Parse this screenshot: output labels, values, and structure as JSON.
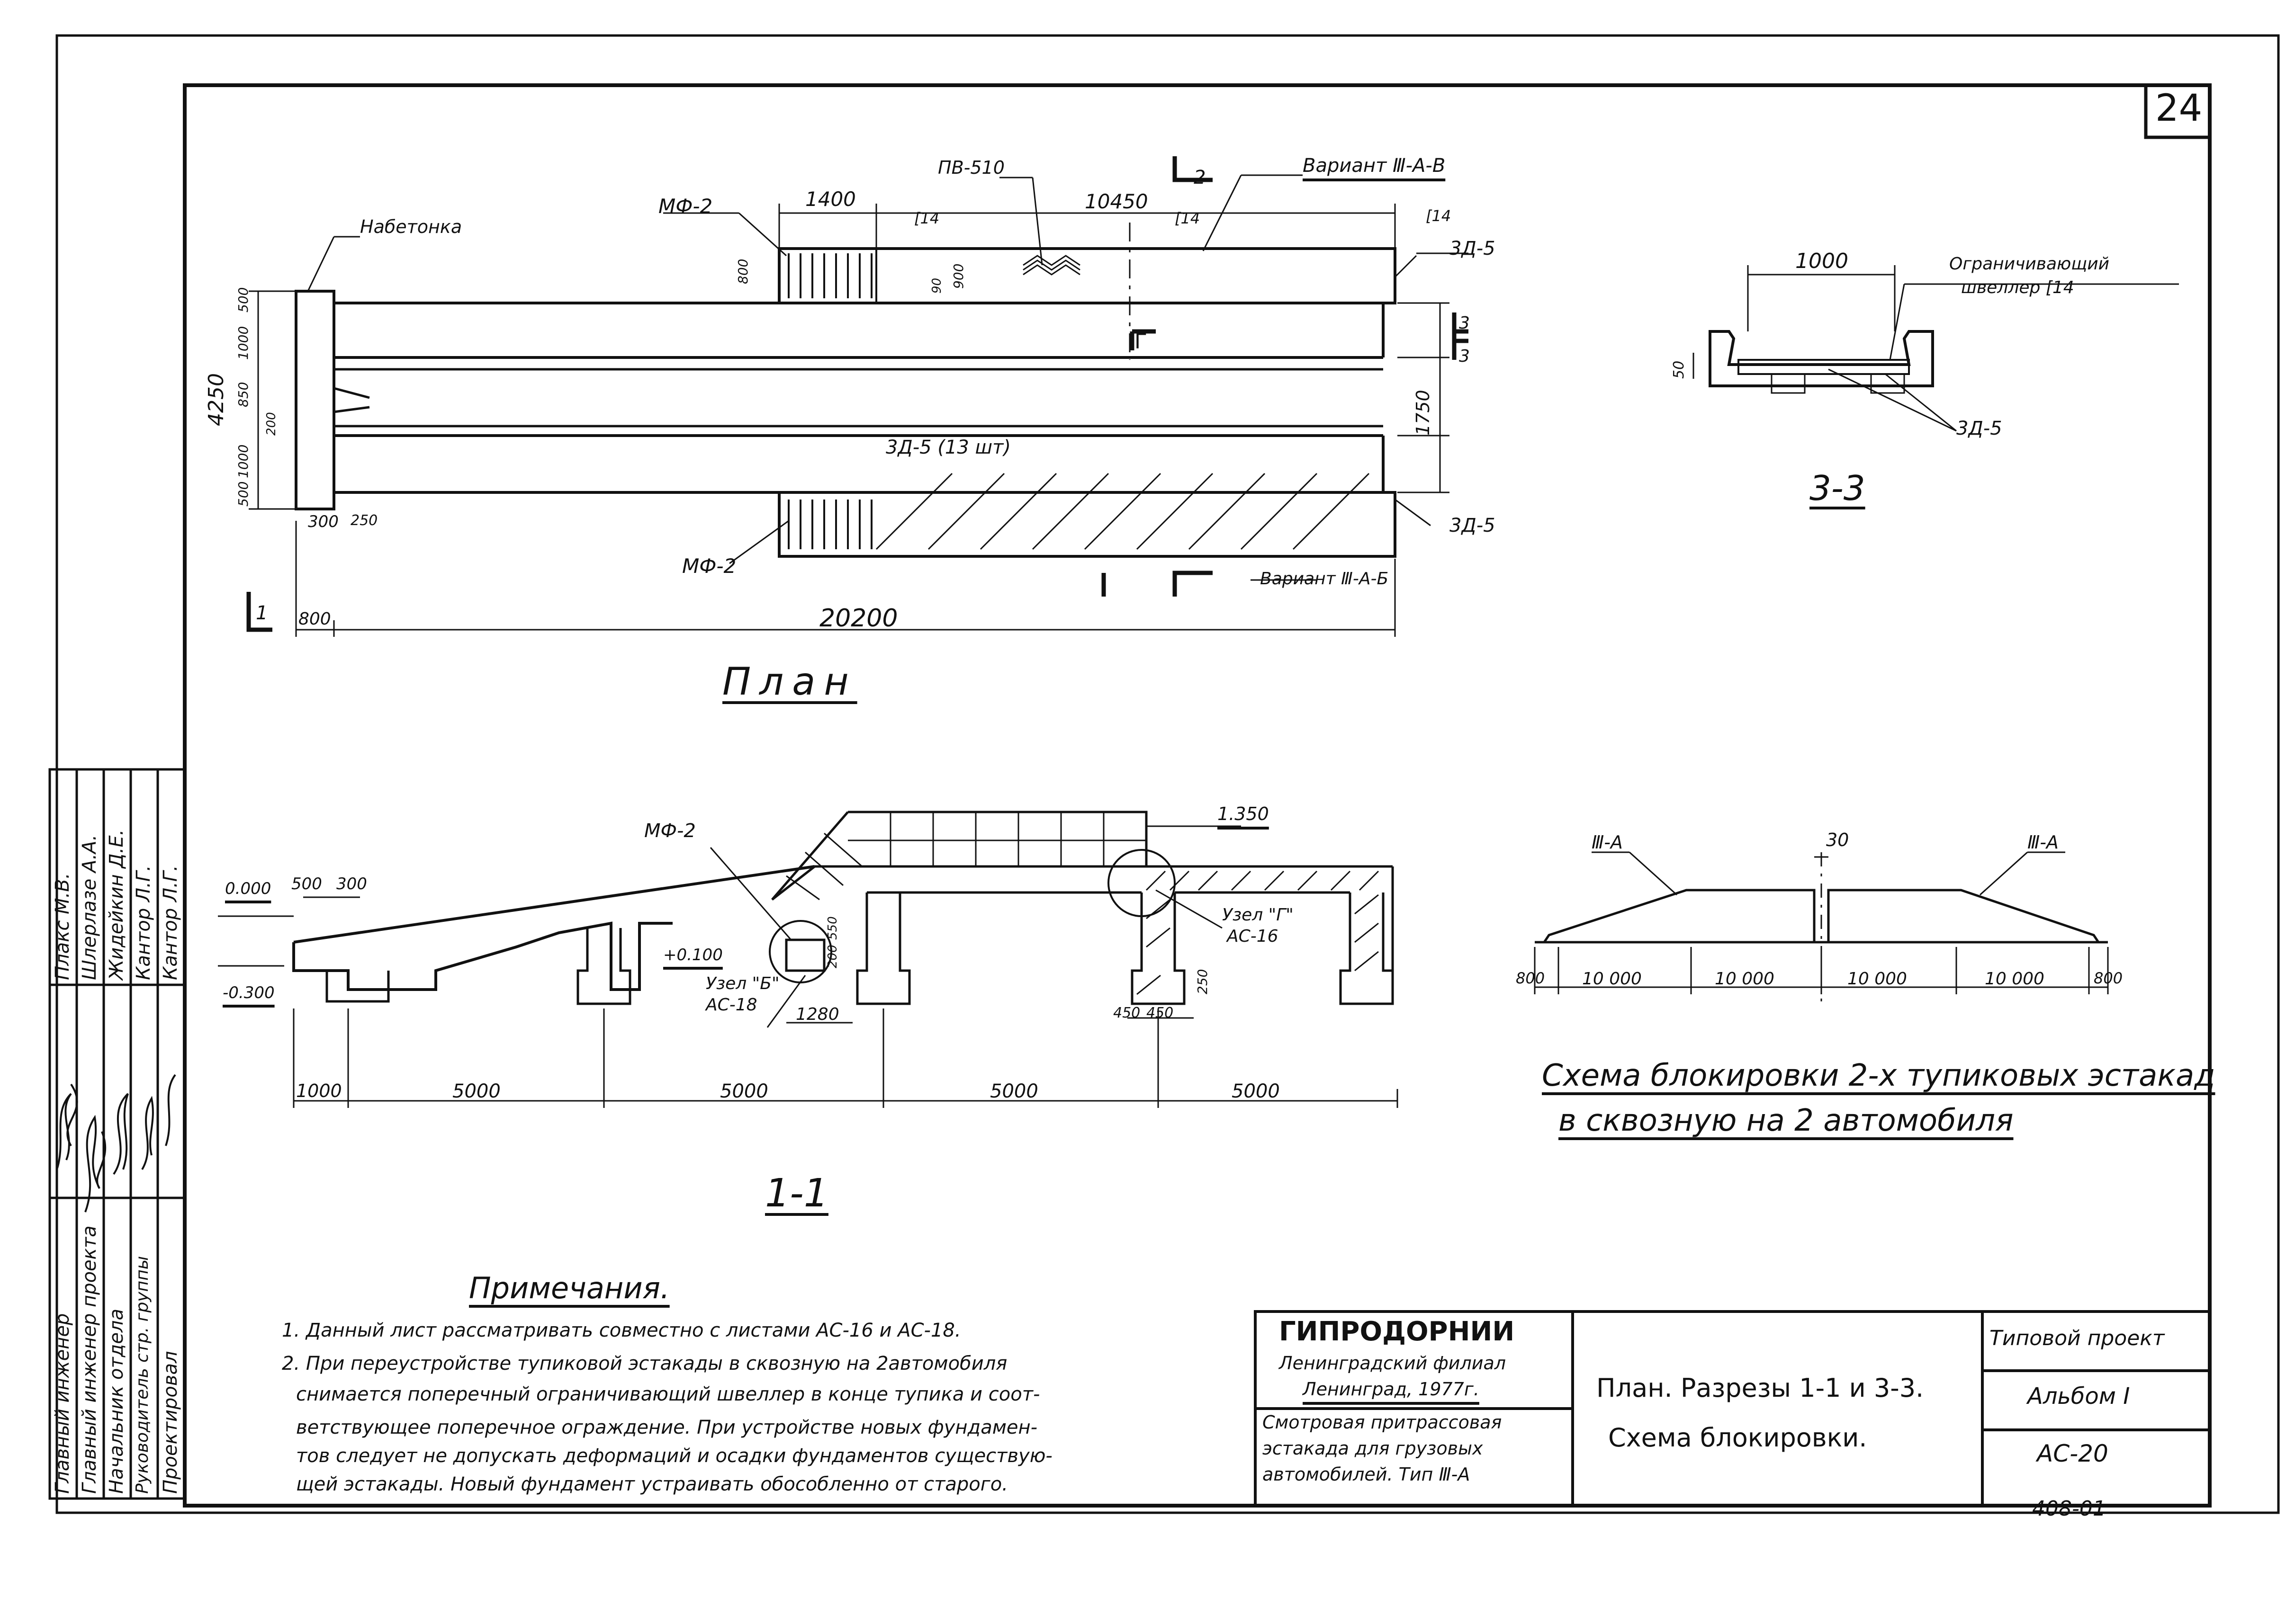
{
  "sheet": {
    "number": "24",
    "album_code": "408-01"
  },
  "stamp": {
    "org_name": "ГИПРОДОРНИИ",
    "org_branch": "Ленинградский филиал",
    "org_city_year": "Ленинград, 1977г.",
    "object": [
      "Смотровая притрассовая",
      "эстакада для грузовых",
      "автомобилей.  Тип Ⅲ-А"
    ],
    "title": [
      "План.  Разрезы 1-1 и 3-3.",
      "Схема блокировки."
    ],
    "type_label": "Типовой проект",
    "album": "Альбом I",
    "sheet_code": "АС-20"
  },
  "staff": {
    "roles": [
      "Главный   инженер",
      "Главный инженер проекта",
      "Начальник   отдела",
      "Руководитель стр. группы",
      "Проектировал"
    ],
    "names": [
      "Плакс М.В.",
      "Шлерлазе А.А.",
      "Жидейкин Д.Е.",
      "Кантор  Л.Г.",
      "Кантор  Л.Г."
    ]
  },
  "notes": {
    "heading": "Примечания.",
    "lines": [
      "1. Данный лист рассматривать совместно с листами АС-16 и АС-18.",
      "2. При переустройстве тупиковой эстакады в сквозную на 2автомобиля",
      "снимается поперечный ограничивающий швеллер в конце тупика и соот-",
      "ветствующее поперечное ограждение. При устройстве новых фундамен-",
      "тов следует не допускать деформаций и осадки фундаментов существую-",
      "щей эстакады. Новый фундамент устраивать обособленно от старого."
    ]
  },
  "plan": {
    "title": "План",
    "labels": {
      "nabetonka": "Набетонка",
      "mf2_top": "МФ-2",
      "mf2_bottom": "МФ-2",
      "pv": "ПВ-510",
      "variant_v": "Вариант Ⅲ-А-В",
      "variant_b": "Вариант Ⅲ-А-Б",
      "c14_a": "[14",
      "c14_b": "[14",
      "c14_c": "[14",
      "zd5_a": "3Д-5",
      "zd5_b": "3Д-5  (13 шт)",
      "zd5_c": "3Д-5",
      "g": "Г",
      "sec2": "2",
      "sec1": "1",
      "sec3a": "3",
      "sec3b": "3"
    },
    "dims": {
      "d1400": "1400",
      "d10450": "10450",
      "d20200": "20200",
      "d4250": "4250",
      "d1750": "1750",
      "d800": "800",
      "d300": "300",
      "d250": "250",
      "d500a": "500",
      "d500b": "500",
      "d1000a": "1000",
      "d1000b": "1000",
      "d850": "850",
      "d200": "200",
      "d900": "900",
      "d90": "90",
      "d800v": "800"
    }
  },
  "section11": {
    "title": "1-1",
    "labels": {
      "mf2": "МФ-2",
      "el1350": "1.350",
      "el0": "0.000",
      "el0100": "+0.100",
      "elm300": "-0.300",
      "uzel_b": "Узел \"Б\"",
      "uzel_b_ref": "АС-18",
      "uzel_g": "Узел \"Г\"",
      "uzel_g_ref": "АС-16"
    },
    "dims": {
      "d500": "500",
      "d300": "300",
      "d1280": "1280",
      "d450a": "450",
      "d450b": "450",
      "d1000": "1000",
      "d5000a": "5000",
      "d5000b": "5000",
      "d5000c": "5000",
      "d5000d": "5000",
      "d550": "550",
      "d200": "200",
      "d250": "250"
    }
  },
  "section33": {
    "title": "3-3",
    "labels": {
      "limiter": [
        "Ограничивающий",
        "швеллер [14"
      ],
      "zd5": "3Д-5"
    },
    "dims": {
      "d1000": "1000",
      "d50": "50"
    }
  },
  "scheme": {
    "title_line1": "Схема блокировки 2-х тупиковых эстакад",
    "title_line2": "в сквозную на 2 автомобиля",
    "labels": {
      "left": "Ⅲ-А",
      "right": "Ⅲ-А",
      "gap": "30"
    },
    "dims": [
      "800",
      "10 000",
      "10 000",
      "10 000",
      "10 000",
      "800"
    ]
  }
}
